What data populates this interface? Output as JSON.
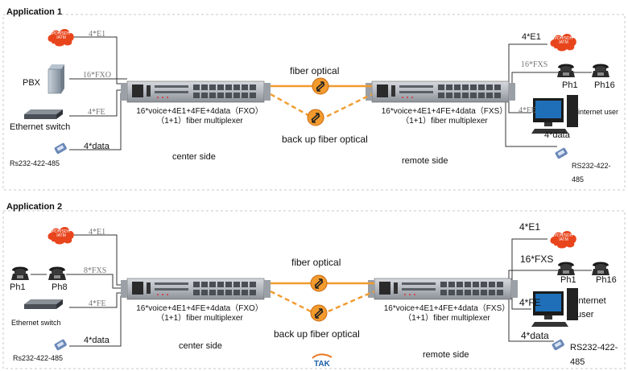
{
  "app1": {
    "title": "Application 1",
    "left_labels": {
      "e1": "4*E1",
      "fxo": "16*FXO",
      "fe": "4*FE",
      "data": "4*data",
      "pbx": "PBX",
      "ethernet_switch": "Ethernet switch",
      "rs232": "Rs232-422-485"
    },
    "right_labels": {
      "e1": "4*E1",
      "fxs": "16*FXS",
      "fe": "4*FE",
      "data": "4*data",
      "ph1": "Ph1",
      "ph16": "Ph16",
      "internet_user": "internet user",
      "rs232": "RS232-422-\n485"
    },
    "fiber_optical": "fiber optical",
    "backup_fiber": "back up fiber optical",
    "center_mux_caption": "16*voice+4E1+4FE+4data（FXO）\n（1+1）fiber multiplexer",
    "remote_mux_caption": "16*voice+4E1+4FE+4data（FXS）\n（1+1）fiber multiplexer",
    "center_side": "center side",
    "remote_side": "remote side"
  },
  "app2": {
    "title": "Application 2",
    "left_labels": {
      "e1": "4*E1",
      "fxs": "8*FXS",
      "fe": "4*FE",
      "data": "4*data",
      "ph1": "Ph1",
      "ph8": "Ph8",
      "ethernet_switch": "Ethernet switch",
      "rs232": "Rs232-422-485"
    },
    "right_labels": {
      "e1": "4*E1",
      "fxs": "16*FXS",
      "fe": "4*FE",
      "data": "4*data",
      "ph1": "Ph1",
      "ph16": "Ph16",
      "internet_user": "internet\nuser",
      "rs232": "RS232-422-\n485"
    },
    "fiber_optical": "fiber optical",
    "backup_fiber": "back up fiber optical",
    "center_mux_caption": "16*voice+4E1+4FE+4data（FXO）\n（1+1）fiber multiplexer",
    "remote_mux_caption": "16*voice+4E1+4FE+4data（FXS）\n（1+1）fiber multiplexer",
    "center_side": "center side",
    "remote_side": "remote side"
  },
  "logo_text": "TAK",
  "cloud_text": "PDH/SDH\nIATM",
  "colors": {
    "fiber": "#f29a2e",
    "cloud": "#e8451c",
    "rack": "#a9adb3",
    "line": "#333333"
  }
}
